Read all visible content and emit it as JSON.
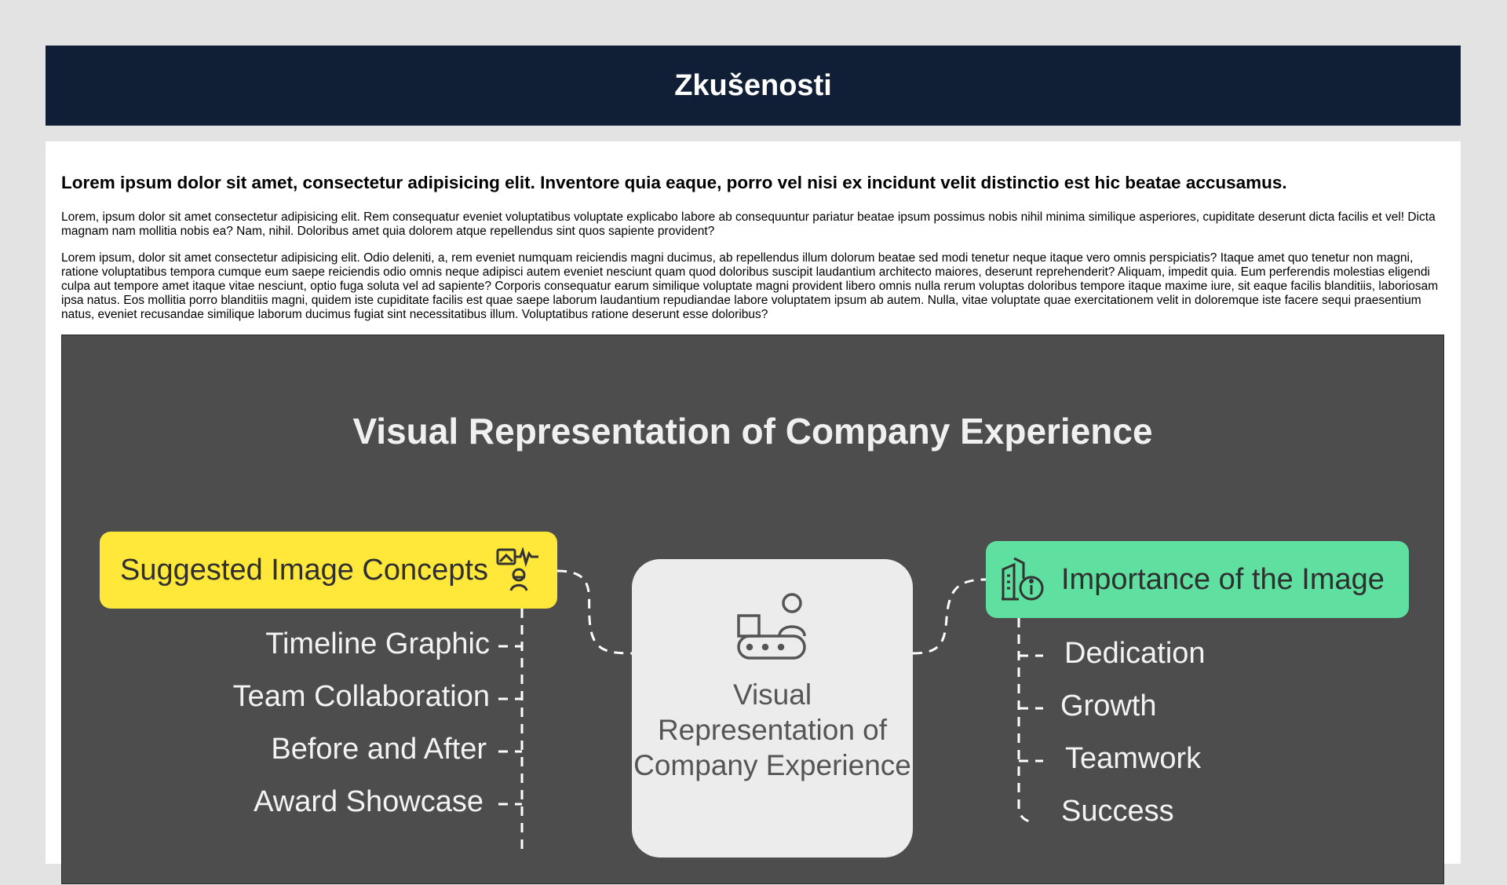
{
  "header": {
    "title": "Zkušenosti"
  },
  "article": {
    "lead": "Lorem ipsum dolor sit amet, consectetur adipisicing elit. Inventore quia eaque, porro vel nisi ex incidunt velit distinctio est hic beatae accusamus.",
    "paragraph1": "Lorem, ipsum dolor sit amet consectetur adipisicing elit. Rem consequatur eveniet voluptatibus voluptate explicabo labore ab consequuntur pariatur beatae ipsum possimus nobis nihil minima similique asperiores, cupiditate deserunt dicta facilis et vel! Dicta magnam nam mollitia nobis ea? Nam, nihil. Doloribus amet quia dolorem atque repellendus sint quos sapiente provident?",
    "paragraph2": "Lorem ipsum, dolor sit amet consectetur adipisicing elit. Odio deleniti, a, rem eveniet numquam reiciendis magni ducimus, ab repellendus illum dolorum beatae sed modi tenetur neque itaque vero omnis perspiciatis? Itaque amet quo tenetur non magni, ratione voluptatibus tempora cumque eum saepe reiciendis odio omnis neque adipisci autem eveniet nesciunt quam quod doloribus suscipit laudantium architecto maiores, deserunt reprehenderit? Aliquam, impedit quia. Eum perferendis molestias eligendi culpa aut tempore amet itaque vitae nesciunt, optio fuga soluta vel ad sapiente? Corporis consequatur earum similique voluptate magni provident libero omnis nulla rerum voluptas doloribus tempore itaque maxime iure, sit eaque facilis blanditiis, laboriosam ipsa natus. Eos mollitia porro blanditiis magni, quidem iste cupiditate facilis est quae saepe laborum laudantium repudiandae labore voluptatem ipsum ab autem. Nulla, vitae voluptate quae exercitationem velit in doloremque iste facere sequi praesentium natus, eveniet recusandae similique laborum ducimus fugiat sint necessitatibus illum. Voluptatibus ratione deserunt esse doloribus?"
  },
  "diagram": {
    "title": "Visual Representation of Company Experience",
    "center_label": "Visual Representation of Company Experience",
    "left_branch": {
      "label": "Suggested Image Concepts",
      "color": "#ffe83a",
      "icon": "image-person-icon",
      "items": [
        "Timeline Graphic",
        "Team Collaboration",
        "Before and After",
        "Award Showcase"
      ]
    },
    "right_branch": {
      "label": "Importance of the Image",
      "color": "#5fdfa0",
      "icon": "building-info-icon",
      "items": [
        "Dedication",
        "Growth",
        "Teamwork",
        "Success"
      ]
    }
  }
}
